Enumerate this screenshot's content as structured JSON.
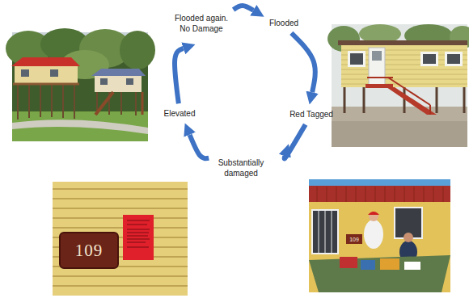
{
  "diagram": {
    "nodes": [
      {
        "text": [
          "Flooded again. No Damage"
        ]
      },
      {
        "text": [
          "Flooded"
        ]
      },
      {
        "text": [
          "Elevated"
        ]
      },
      {
        "text": [
          "Red Tagged"
        ]
      },
      {
        "text": [
          "Substantially damaged"
        ]
      }
    ],
    "edges": [
      {
        "from": 0,
        "to": 1,
        "arrow": "to"
      },
      {
        "from": 1,
        "to": 3,
        "arrow": "to"
      },
      {
        "from": 3,
        "to": 4,
        "arrow": "to"
      },
      {
        "from": 4,
        "to": 2,
        "arrow": "to"
      },
      {
        "from": 2,
        "to": 0,
        "arrow": "to"
      }
    ],
    "labels": [
      "109",
      "109"
    ]
  }
}
